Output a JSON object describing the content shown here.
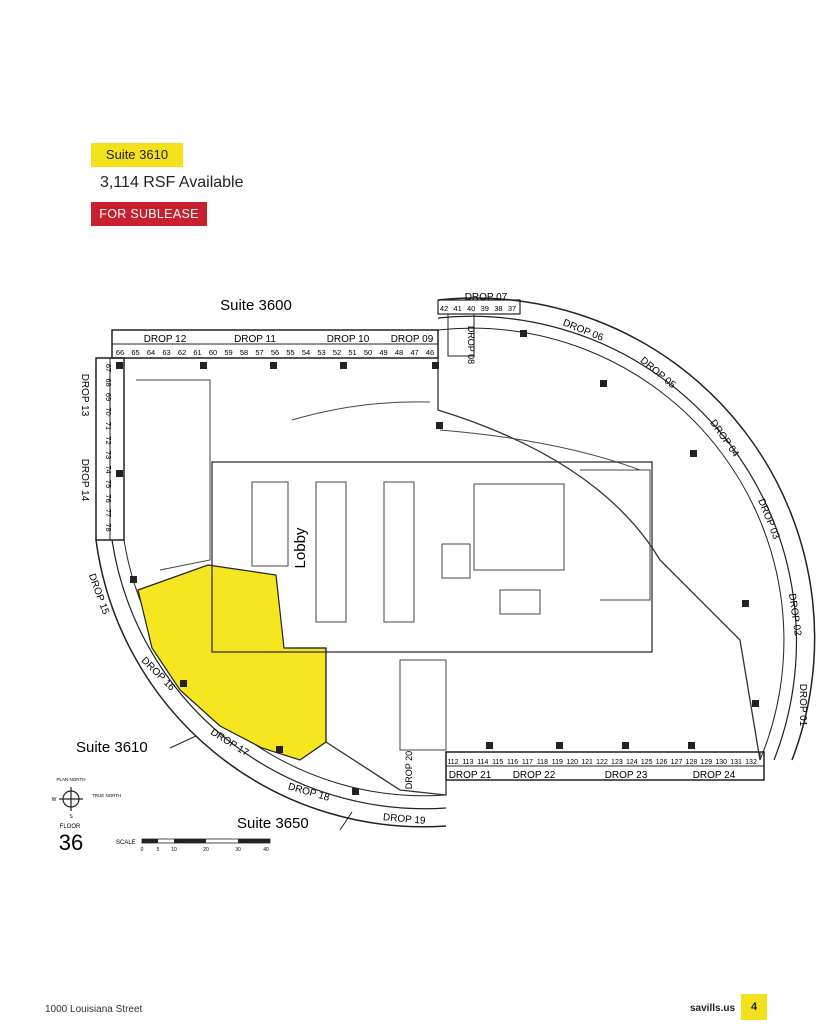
{
  "header": {
    "suite_tag": "Suite 3610",
    "rsf": "3,114 RSF Available",
    "sublease": "FOR SUBLEASE"
  },
  "plan": {
    "suite_3600": "Suite 3600",
    "suite_3610": "Suite 3610",
    "suite_3650": "Suite 3650",
    "lobby": "Lobby",
    "floor_label": "FLOOR",
    "floor_number": "36",
    "scale_label": "SCALE",
    "scale_ticks": [
      "0",
      "5",
      "10",
      "20",
      "30",
      "40"
    ],
    "compass": {
      "plan_north": "PLAN NORTH",
      "true_north": "TRUE NORTH",
      "w": "W",
      "s": "S"
    },
    "highlight_color": "#f5e61f",
    "drops_top": [
      "DROP 12",
      "DROP 11",
      "DROP 10",
      "DROP 09"
    ],
    "drops_left": [
      "DROP 13",
      "DROP 14",
      "DROP 15"
    ],
    "drops_bottom": [
      "DROP 21",
      "DROP 22",
      "DROP 23",
      "DROP 24"
    ],
    "drops_arc": [
      "DROP 07",
      "DROP 08",
      "DROP 06",
      "DROP 05",
      "DROP 04",
      "DROP 03",
      "DROP 02",
      "DROP 01",
      "DROP 16",
      "DROP 17",
      "DROP 18",
      "DROP 19",
      "DROP 20"
    ],
    "units_top": [
      "66",
      "65",
      "64",
      "63",
      "62",
      "61",
      "60",
      "59",
      "58",
      "57",
      "56",
      "55",
      "54",
      "53",
      "52",
      "51",
      "50",
      "49",
      "48",
      "47",
      "46"
    ],
    "units_top_right": [
      "42",
      "41",
      "40",
      "39",
      "38",
      "37"
    ],
    "units_left": [
      "67",
      "68",
      "69",
      "70",
      "71",
      "72",
      "73",
      "74",
      "75",
      "76",
      "77",
      "78"
    ],
    "units_bottom": [
      "112",
      "113",
      "114",
      "115",
      "116",
      "117",
      "118",
      "119",
      "120",
      "121",
      "122",
      "123",
      "124",
      "125",
      "126",
      "127",
      "128",
      "129",
      "130",
      "131",
      "132"
    ]
  },
  "footer": {
    "address": "1000 Louisiana Street",
    "brand": "savills.us",
    "page_number": "4"
  }
}
